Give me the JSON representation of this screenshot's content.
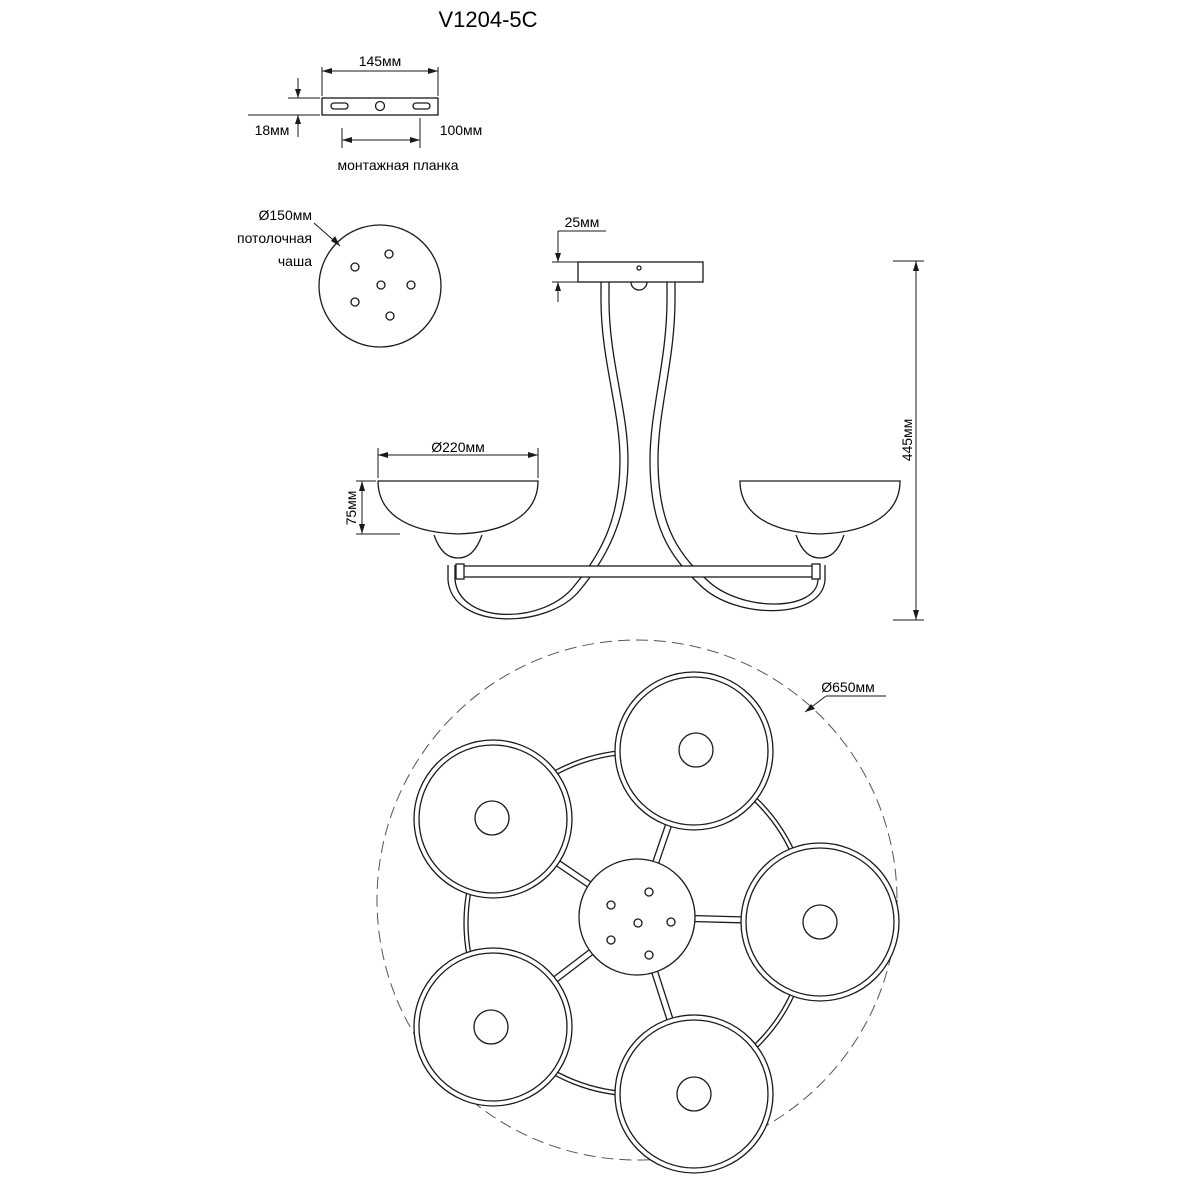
{
  "title": "V1204-5C",
  "mounting_plate": {
    "width_label": "145мм",
    "height_label": "18мм",
    "hole_spacing_label": "100мм",
    "caption": "монтажная планка"
  },
  "ceiling_cup": {
    "diameter_label": "Ø150мм",
    "caption_line1": "потолочная",
    "caption_line2": "чаша"
  },
  "side_view": {
    "cup_height_label": "25мм",
    "shade_diameter_label": "Ø220мм",
    "shade_height_label": "75мм",
    "total_height_label": "445мм"
  },
  "top_view": {
    "overall_diameter_label": "Ø650мм",
    "shade_count": 5
  }
}
